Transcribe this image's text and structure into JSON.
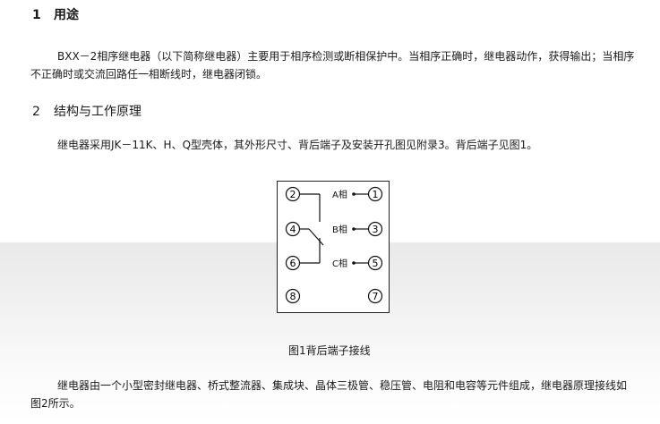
{
  "section1": {
    "number": "1",
    "title": "用途",
    "paragraph_line1": "BXX－2相序继电器（以下简称继电器）主要用于相序检测或断相保护中。当相序正确时，继电器动作，获得输出；当相序",
    "paragraph_line2": "不正确时或交流回路任一相断线时，继电器闭锁。"
  },
  "section2": {
    "number": "2",
    "title": "结构与工作原理",
    "paragraph": "继电器采用JK－11K、H、Q型壳体，其外形尺寸、背后端子及安装开孔图见附录3。背后端子见图1。"
  },
  "figure": {
    "terminals_left": [
      "2",
      "4",
      "6",
      "8"
    ],
    "terminals_right": [
      "1",
      "3",
      "5",
      "7"
    ],
    "phase_labels": [
      "A相",
      "B相",
      "C相"
    ],
    "caption": "图1背后端子接线"
  },
  "closing": {
    "line1": "继电器由一个小型密封继电器、桥式整流器、集成块、晶体三极管、稳压管、电阻和电容等元件组成，继电器原理接线如",
    "line2": "图2所示。"
  }
}
